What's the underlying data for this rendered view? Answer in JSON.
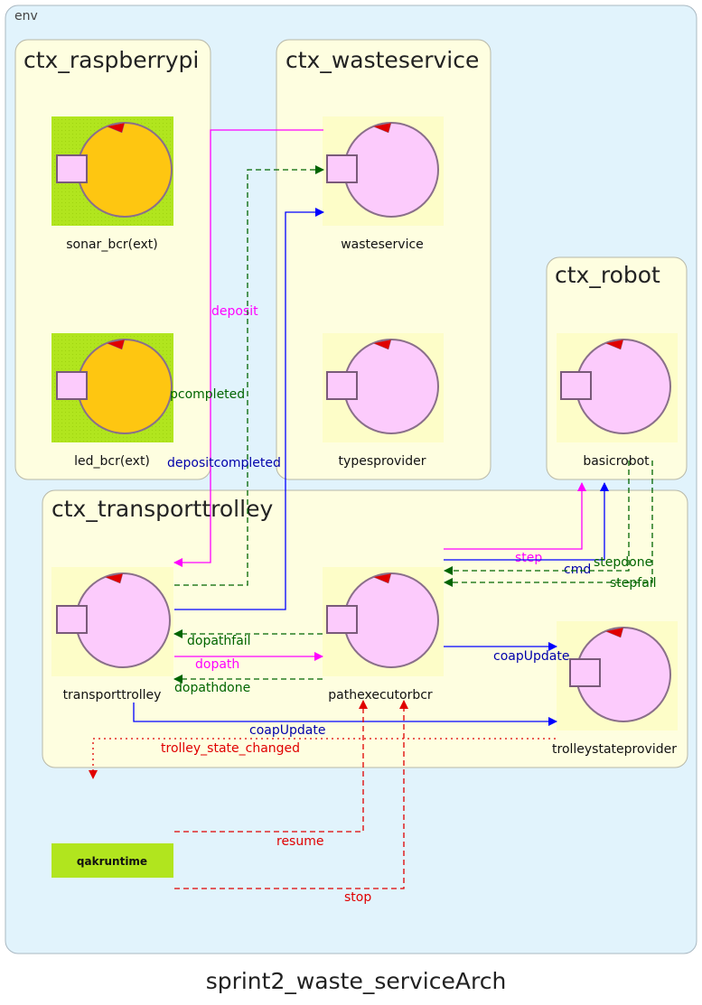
{
  "env_label": "env",
  "caption": "sprint2_waste_serviceArch",
  "colors": {
    "env_bg": "#e1f3fc",
    "ctx_bg": "#fefee0",
    "actor_bg": "#fdfdc8",
    "actor_pink": "#fccbfc",
    "actor_orange": "#fec611",
    "ext_green": "#b1e51e",
    "red": "#e00000",
    "magenta": "#ff00ff",
    "blue": "#0000ff",
    "green": "#006400",
    "dashed_red": "#e00000"
  },
  "contexts": {
    "raspberrypi": "ctx_raspberrypi",
    "wasteservice": "ctx_wasteservice",
    "robot": "ctx_robot",
    "transporttrolley": "ctx_transporttrolley"
  },
  "actors": {
    "sonar": "sonar_bcr(ext)",
    "led": "led_bcr(ext)",
    "wasteservice": "wasteservice",
    "typesprovider": "typesprovider",
    "basicrobot": "basicrobot",
    "transporttrolley": "transporttrolley",
    "pathexecutor": "pathexecutorbcr",
    "trolleystate": "trolleystateprovider",
    "qakruntime": "qakruntime"
  },
  "messages": {
    "deposit": "deposit",
    "pcompleted": "pcompleted",
    "depositcompleted": "depositcompleted",
    "step": "step",
    "cmd": "cmd",
    "stepdone": "stepdone",
    "stepfail": "stepfail",
    "dopathfail": "dopathfail",
    "dopath": "dopath",
    "dopathdone": "dopathdone",
    "coapupdate_1": "coapUpdate",
    "coapupdate_2": "coapUpdate",
    "trolley_state_changed": "trolley_state_changed",
    "resume": "resume",
    "stop": "stop"
  }
}
